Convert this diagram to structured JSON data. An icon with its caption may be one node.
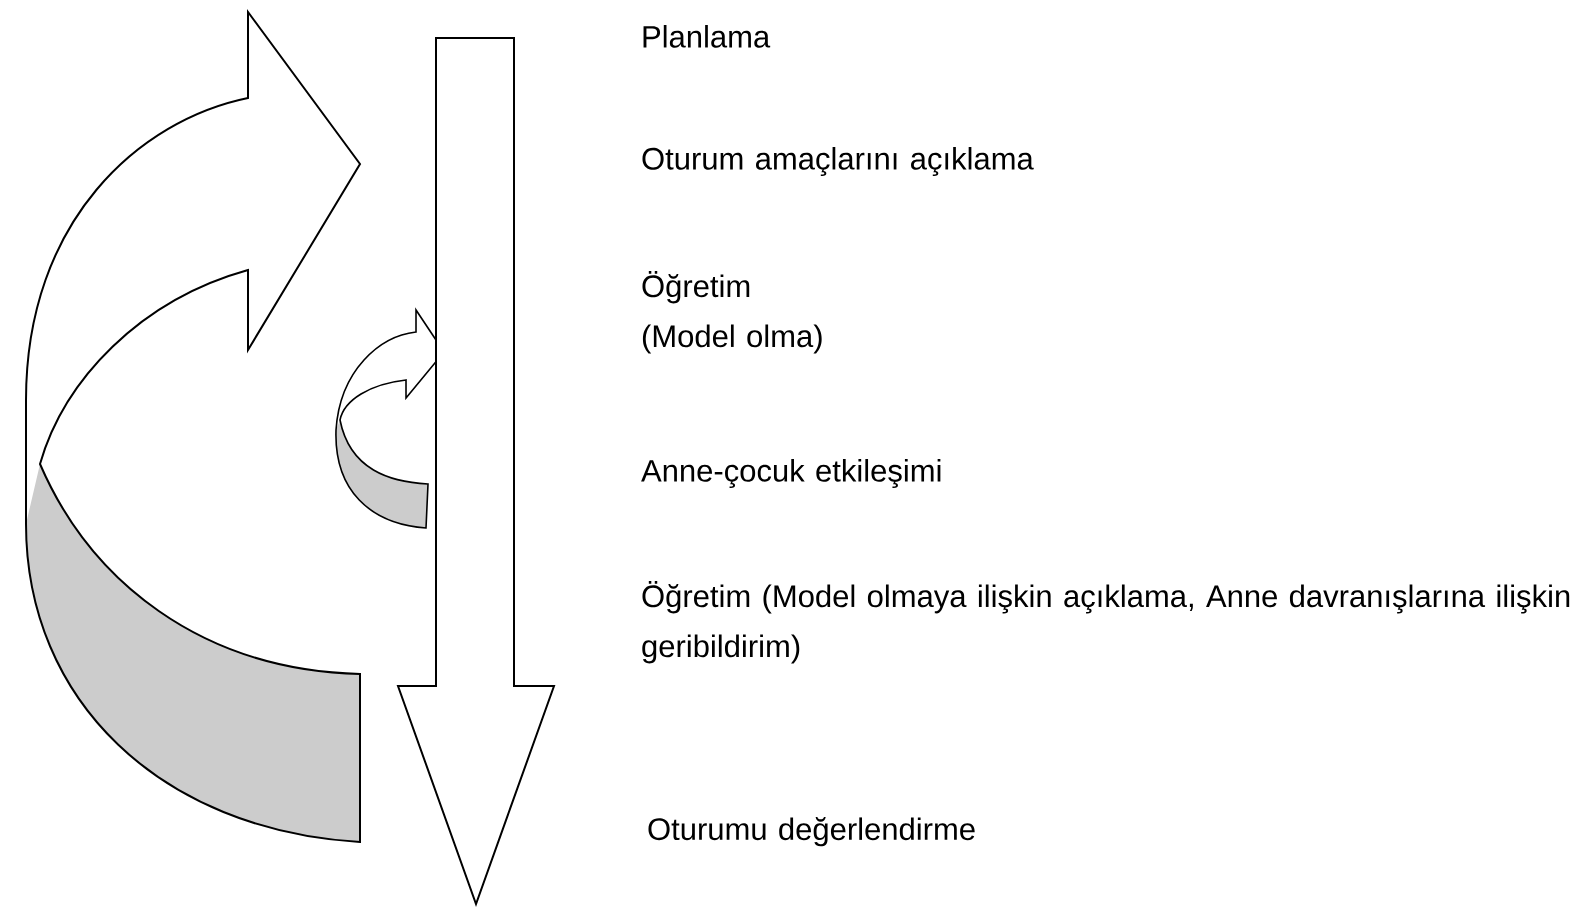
{
  "diagram": {
    "labels": [
      "Planlama",
      "Oturum amaçlarını açıklama",
      "Öğretim (Model olma)",
      "Anne-çocuk etkileşimi",
      "Öğretim (Model olmaya ilişkin açıklama, Anne davranışlarına ilişkin geribildirim)",
      "Oturumu değerlendirme"
    ]
  }
}
